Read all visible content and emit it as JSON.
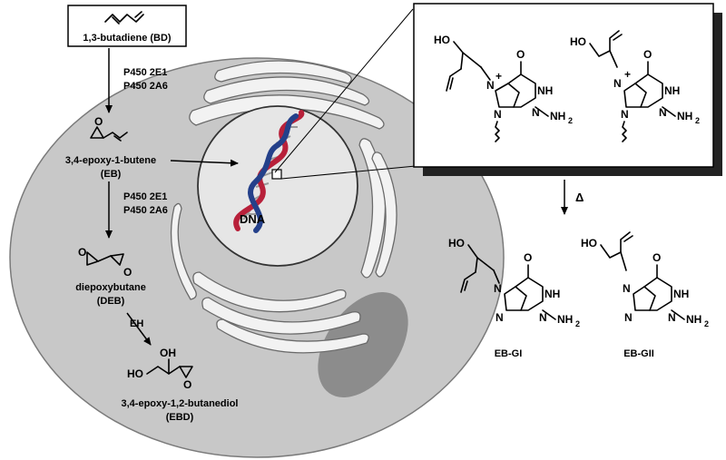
{
  "pathway": {
    "start": "1,3-butadiene (BD)",
    "enzymes_step1": [
      "P450 2E1",
      "P450 2A6"
    ],
    "eb_name": "3,4-epoxy-1-butene",
    "eb_abbr": "(EB)",
    "enzymes_step2": [
      "P450 2E1",
      "P450 2A6"
    ],
    "deb_name": "diepoxybutane",
    "deb_abbr": "(DEB)",
    "enzyme_step3": "EH",
    "ebd_name": "3,4-epoxy-1,2-butanediol",
    "ebd_abbr": "(EBD)"
  },
  "cell": {
    "dna_label": "DNA"
  },
  "adducts": {
    "heat_symbol": "Δ",
    "products": [
      {
        "label": "EB-GI"
      },
      {
        "label": "EB-GII"
      }
    ]
  },
  "chem_labels": {
    "ho": "HO",
    "oh": "OH",
    "o": "O",
    "n": "N",
    "nh": "NH",
    "nh2": "NH",
    "sub2": "2",
    "plus": "+"
  },
  "colors": {
    "cell": "#c8c8c8",
    "nucleus": "#e6e6e6",
    "dna_red": "#b8203a",
    "dna_blue": "#24408a"
  }
}
